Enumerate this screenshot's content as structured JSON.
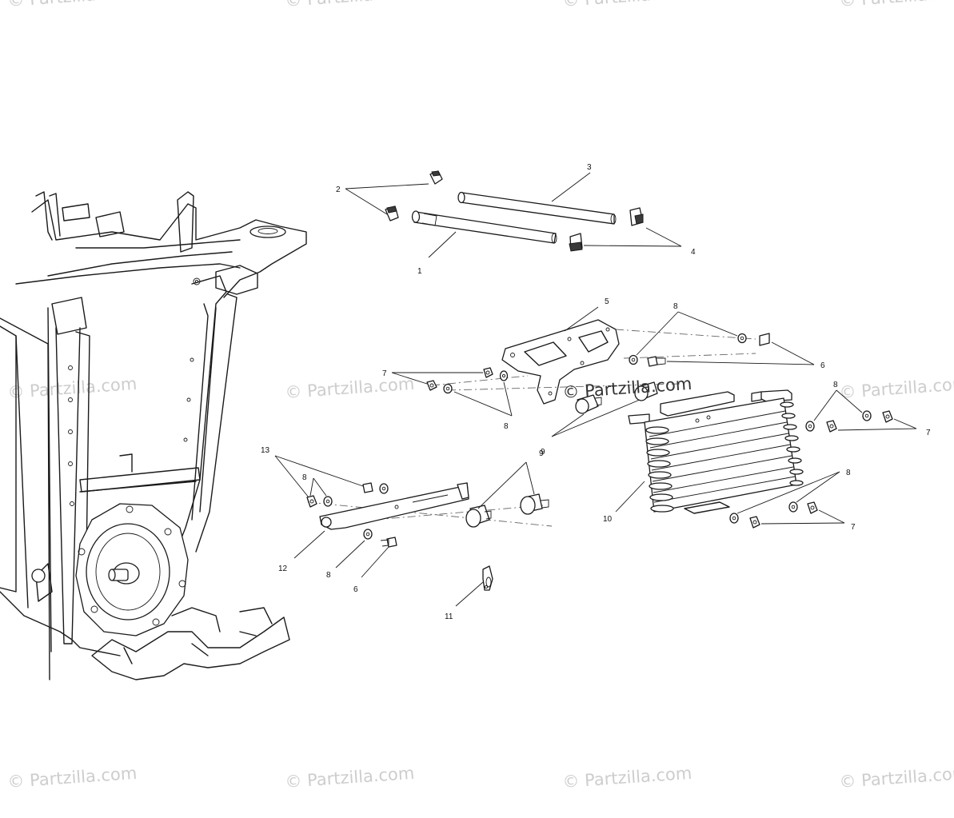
{
  "watermark": {
    "text": "© Partzilla.com",
    "color": "#bdbdbd",
    "center_color": "#333333"
  },
  "callouts": {
    "c1": "1",
    "c2": "2",
    "c3": "3",
    "c4": "4",
    "c5": "5",
    "c6a": "6",
    "c6b": "6",
    "c7a": "7",
    "c7b": "7",
    "c7c": "7",
    "c8a": "8",
    "c8b": "8",
    "c8c": "8",
    "c8d": "8",
    "c8e": "8",
    "c8f": "8",
    "c9a": "9",
    "c9b": "9",
    "c10": "10",
    "c11": "11",
    "c12": "12",
    "c13": "13"
  }
}
